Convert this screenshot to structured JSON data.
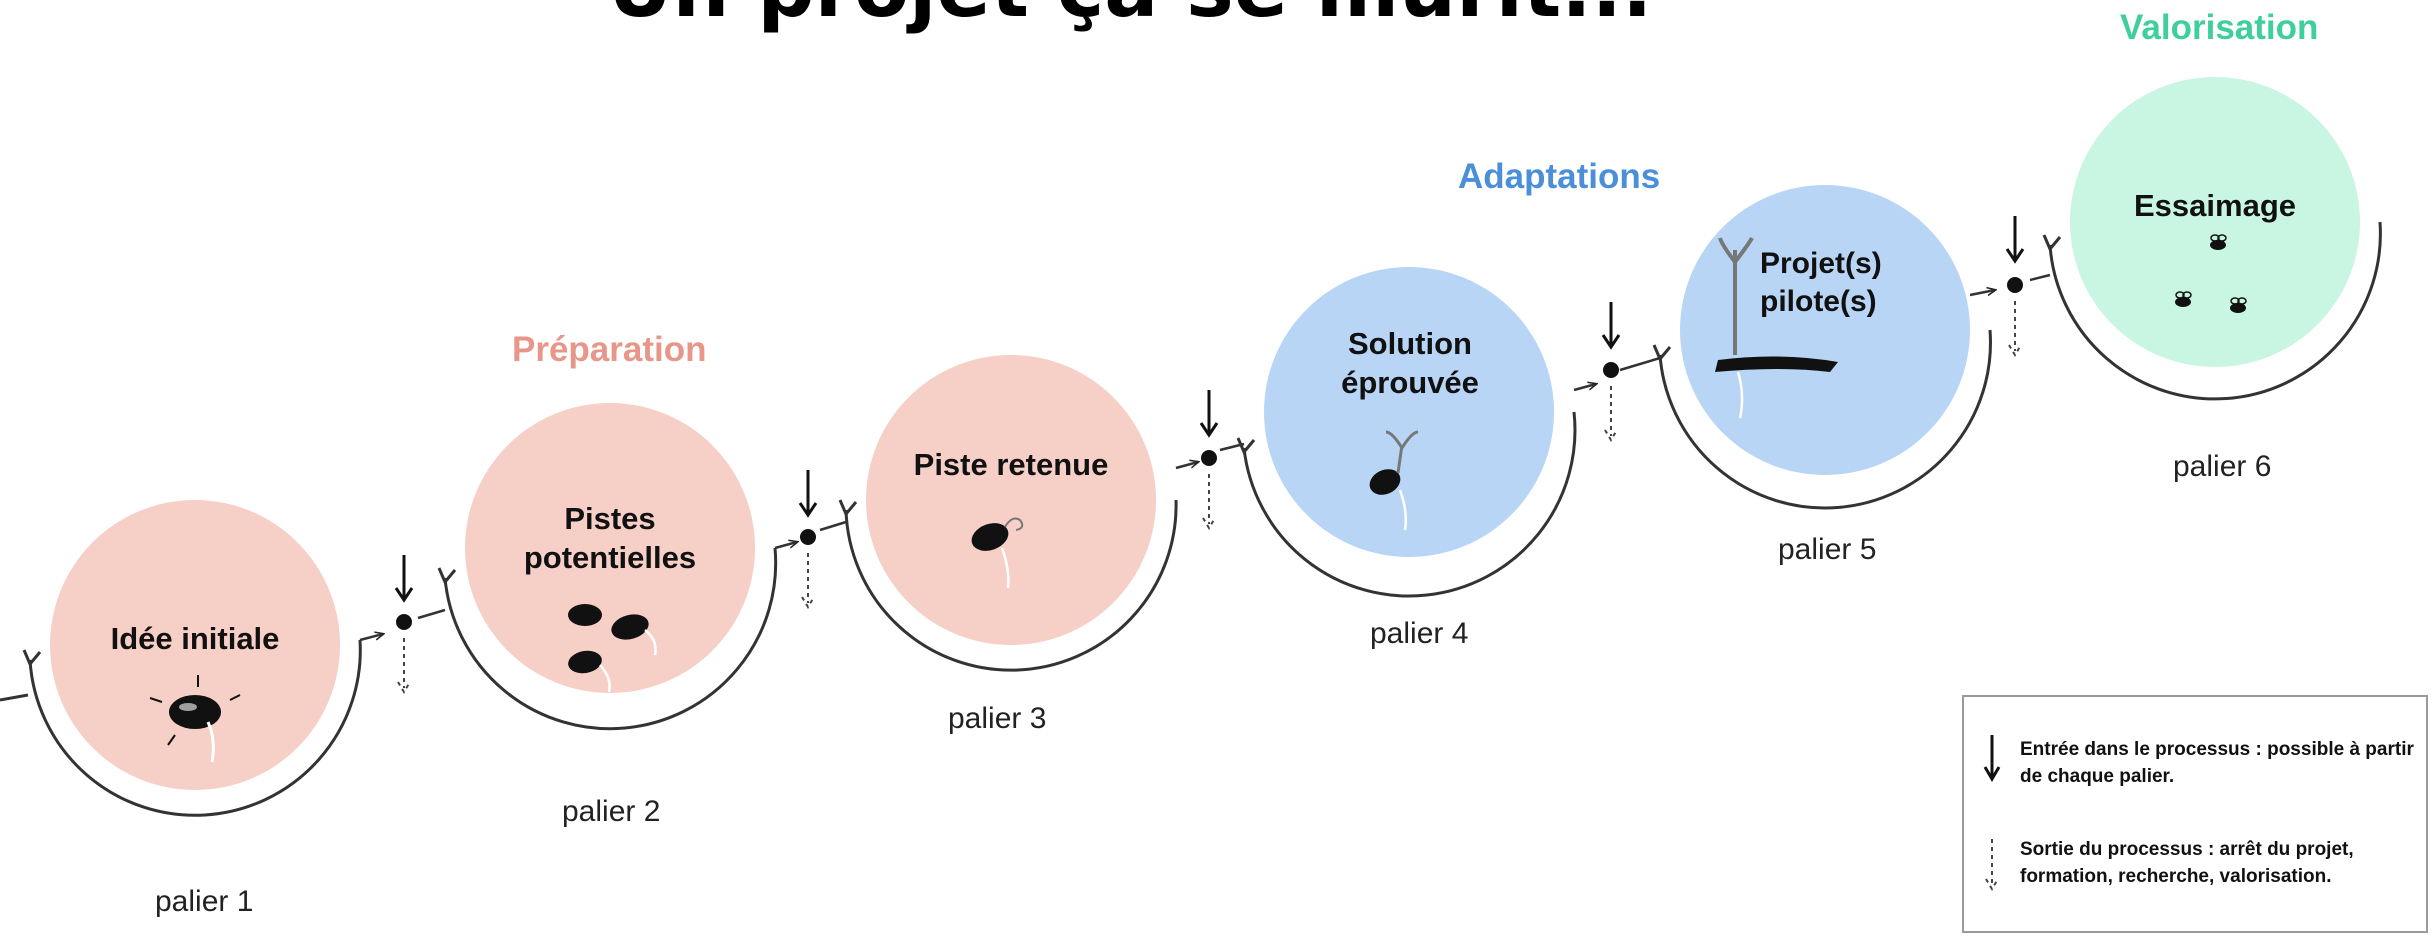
{
  "title": "Un projet ça se mûrit...",
  "phases": {
    "preparation": {
      "label": "Préparation",
      "color": "#e8968a"
    },
    "adaptations": {
      "label": "Adaptations",
      "color": "#4a8fd8"
    },
    "valorisation": {
      "label": "Valorisation",
      "color": "#3fcf9b"
    }
  },
  "fill_colors": {
    "preparation": "#f6cfc7",
    "adaptations": "#b8d5f6",
    "valorisation": "#c9f5e3"
  },
  "paliers": [
    {
      "label": "palier 1",
      "name": "Idée initiale",
      "phase": "preparation"
    },
    {
      "label": "palier 2",
      "name": "Pistes potentielles",
      "phase": "preparation"
    },
    {
      "label": "palier 3",
      "name": "Piste retenue",
      "phase": "preparation"
    },
    {
      "label": "palier 4",
      "name": "Solution éprouvée",
      "phase": "adaptations"
    },
    {
      "label": "palier 5",
      "name": "Projet(s) pilote(s)",
      "phase": "adaptations"
    },
    {
      "label": "palier 6",
      "name": "Essaimage",
      "phase": "valorisation"
    }
  ],
  "legend": {
    "entry": "Entrée dans le processus : possible à partir de chaque palier.",
    "exit": "Sortie du processus : arrêt du projet, formation, recherche, valorisation."
  }
}
